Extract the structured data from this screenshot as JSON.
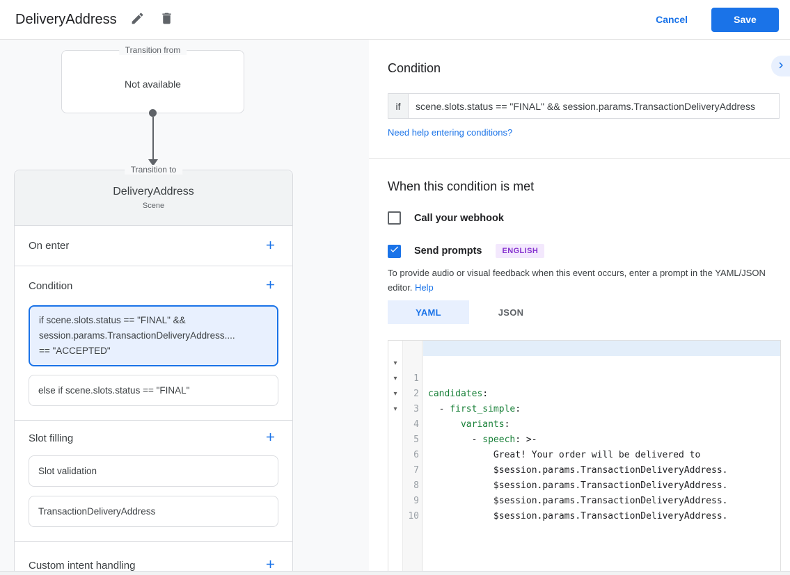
{
  "header": {
    "title": "DeliveryAddress",
    "cancel_label": "Cancel",
    "save_label": "Save"
  },
  "colors": {
    "accent_blue": "#1a73e8",
    "selected_card_bg": "#e8f0fe",
    "badge_bg": "#f3e8fd",
    "badge_text": "#8430ce",
    "yaml_key_green": "#188038"
  },
  "left_panel": {
    "transition_from": {
      "label": "Transition from",
      "value": "Not available"
    },
    "transition_to": {
      "label": "Transition to",
      "scene_name": "DeliveryAddress",
      "scene_type": "Scene"
    },
    "on_enter_label": "On enter",
    "condition_label": "Condition",
    "condition_selected": "if scene.slots.status == \"FINAL\" &&\nsession.params.TransactionDeliveryAddress....\n== \"ACCEPTED\"",
    "condition_else": "else if scene.slots.status == \"FINAL\"",
    "slot_filling_label": "Slot filling",
    "slots": [
      "Slot validation",
      "TransactionDeliveryAddress"
    ],
    "custom_intent_label": "Custom intent handling"
  },
  "right_panel": {
    "condition_heading": "Condition",
    "if_label": "if",
    "condition_value": "scene.slots.status == \"FINAL\" && session.params.TransactionDeliveryAddress",
    "help_link": "Need help entering conditions?",
    "when_met_heading": "When this condition is met",
    "webhook_label": "Call your webhook",
    "send_prompts_label": "Send prompts",
    "language_badge": "ENGLISH",
    "hint_text": "To provide audio or visual feedback when this event occurs, enter a prompt in the YAML/JSON editor.",
    "hint_link": "Help",
    "tabs": {
      "yaml": "YAML",
      "json": "JSON"
    }
  },
  "editor": {
    "lines": [
      {
        "num": "1",
        "fold": "▾",
        "pre": "",
        "key": "candidates",
        "post": ":"
      },
      {
        "num": "2",
        "fold": "▾",
        "pre": "  - ",
        "key": "first_simple",
        "post": ":"
      },
      {
        "num": "3",
        "fold": "▾",
        "pre": "      ",
        "key": "variants",
        "post": ":"
      },
      {
        "num": "4",
        "fold": "▾",
        "pre": "        - ",
        "key": "speech",
        "post": ": >-"
      },
      {
        "num": "5",
        "fold": "",
        "pre": "            Great! Your order will be delivered to",
        "key": "",
        "post": ""
      },
      {
        "num": "6",
        "fold": "",
        "pre": "            $session.params.TransactionDeliveryAddress.",
        "key": "",
        "post": ""
      },
      {
        "num": "7",
        "fold": "",
        "pre": "            $session.params.TransactionDeliveryAddress.",
        "key": "",
        "post": ""
      },
      {
        "num": "8",
        "fold": "",
        "pre": "            $session.params.TransactionDeliveryAddress.",
        "key": "",
        "post": ""
      },
      {
        "num": "9",
        "fold": "",
        "pre": "            $session.params.TransactionDeliveryAddress.",
        "key": "",
        "post": ""
      },
      {
        "num": "10",
        "fold": "",
        "pre": "",
        "key": "",
        "post": ""
      }
    ]
  }
}
